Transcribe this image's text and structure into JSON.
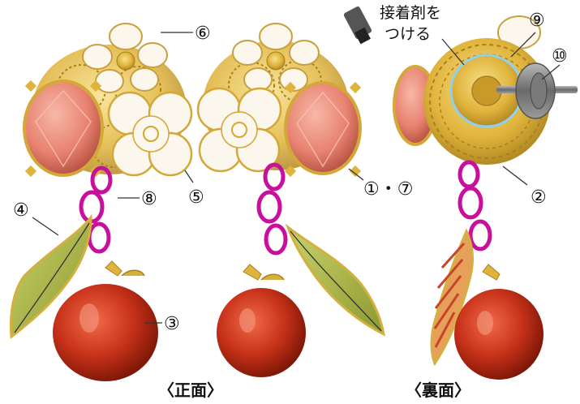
{
  "captions": {
    "front": "〈正面〉",
    "back": "〈裏面〉"
  },
  "glue_note": {
    "line1": "接着剤を",
    "line2": "つける"
  },
  "callouts": {
    "c1_7": "①・⑦",
    "c2": "②",
    "c3": "③",
    "c4": "④",
    "c5": "⑤",
    "c6": "⑥",
    "c8": "⑧",
    "c9": "⑨",
    "c10": "⑩"
  },
  "colors": {
    "gold": "#e0b43c",
    "gold_dark": "#a8801e",
    "crystal": "#e88270",
    "flower": "#fbf7ec",
    "jump_ring": "#c8109c",
    "leaf": "#a9b64a",
    "apple": "#c8321a",
    "post": "#8a8a8a",
    "glue_ring": "#8fd0ee"
  }
}
